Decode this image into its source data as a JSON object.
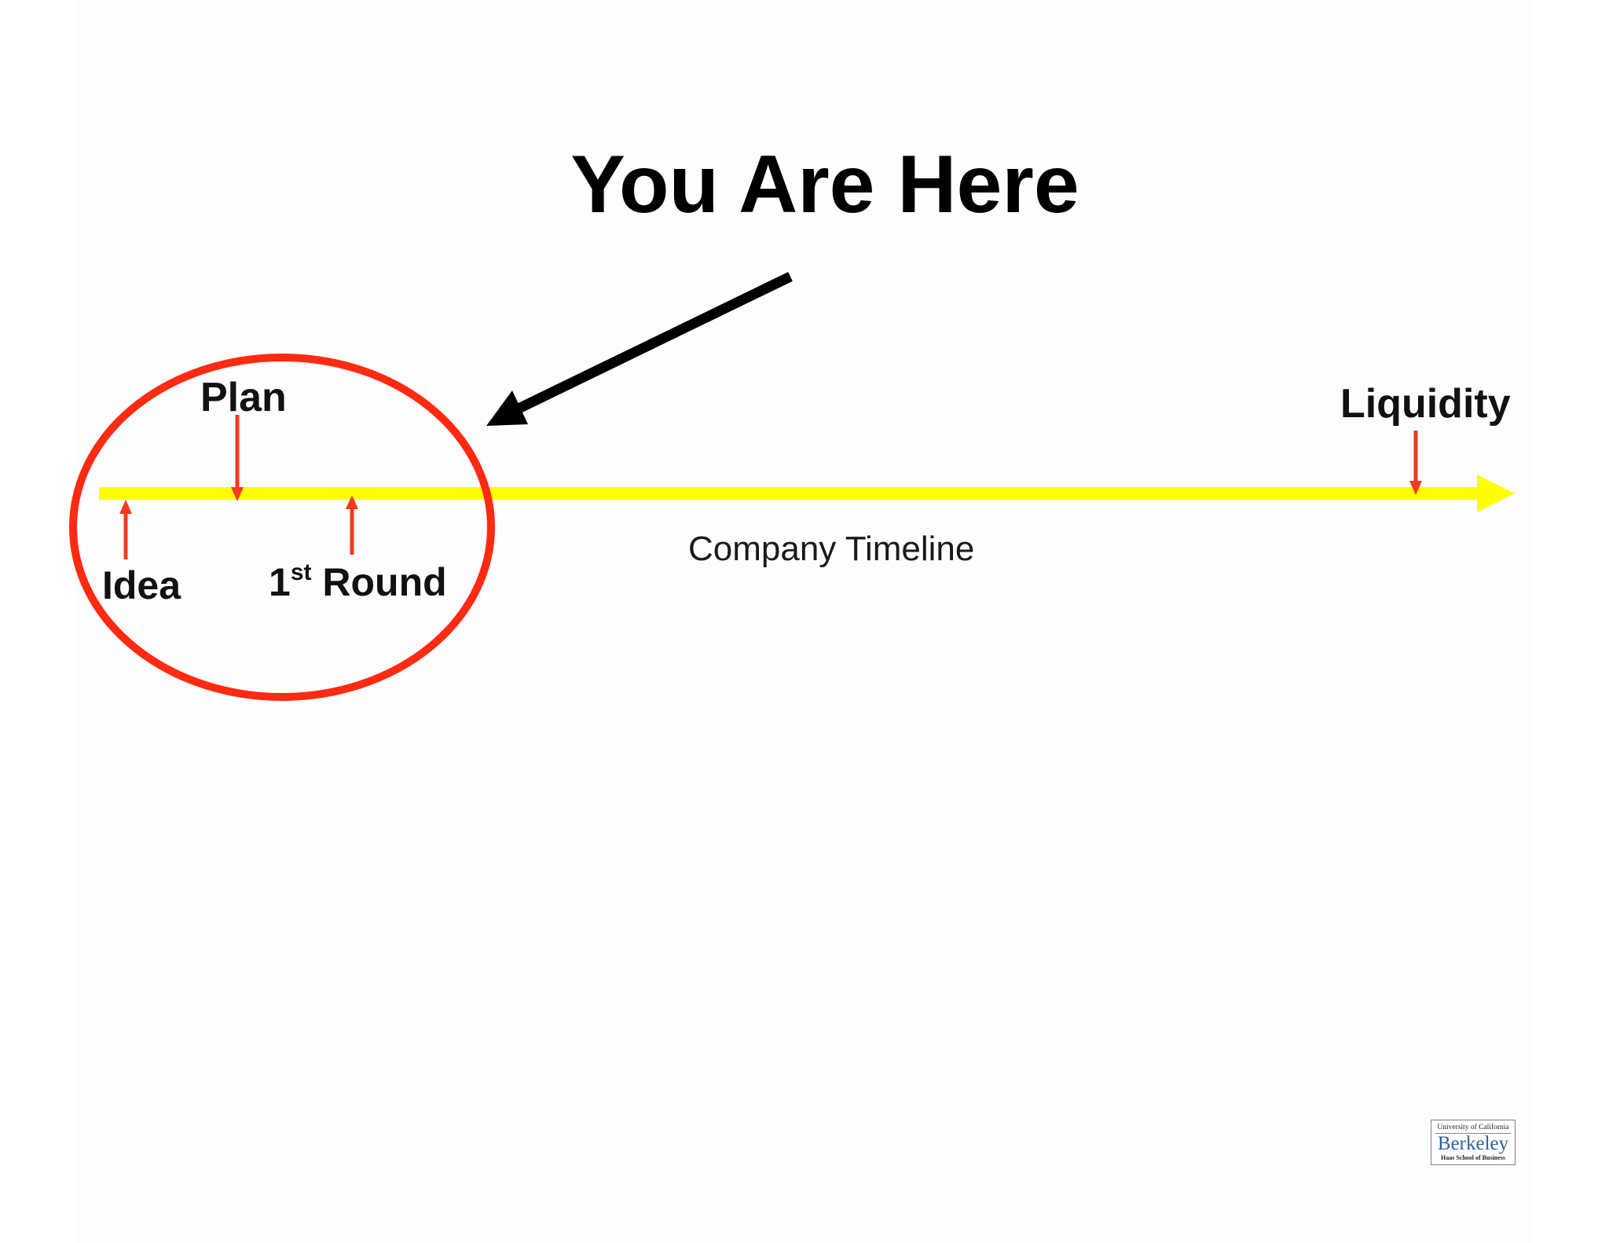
{
  "title": "You Are Here",
  "timeline": {
    "axis_label": "Company Timeline",
    "milestones": [
      {
        "label": "Plan",
        "marker": "down"
      },
      {
        "label": "Idea",
        "marker": "up"
      },
      {
        "label_main": "1",
        "label_sup": "st",
        "label_rest": " Round",
        "marker": "up"
      },
      {
        "label": "Liquidity",
        "marker": "down"
      }
    ]
  },
  "logo": {
    "line1": "University of California",
    "line2": "Berkeley",
    "line3": "Haas School of Business"
  },
  "colors": {
    "timeline": "#ffff00",
    "highlight_ellipse": "#ff2a12",
    "marker_arrows": "#f23a1c",
    "pointer_arrow": "#000000",
    "logo_text": "#2f5f9e"
  }
}
